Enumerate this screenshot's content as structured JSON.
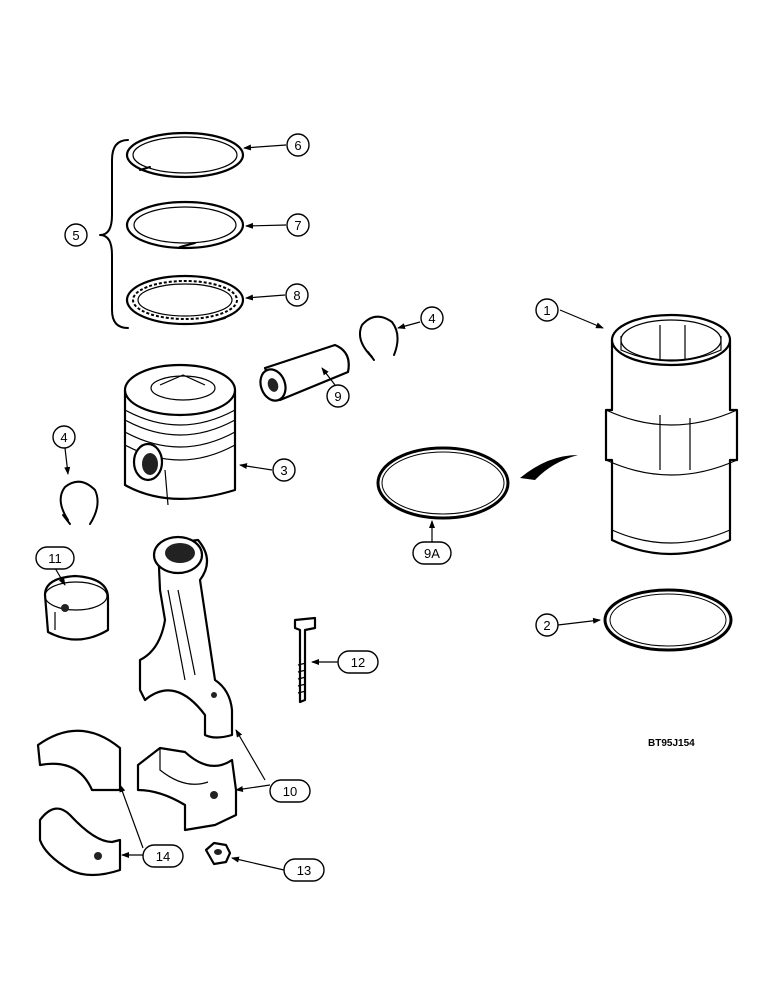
{
  "figure_code": "BT95J154",
  "callouts": {
    "c1": "1",
    "c2": "2",
    "c3": "3",
    "c4a": "4",
    "c4b": "4",
    "c5": "5",
    "c6": "6",
    "c7": "7",
    "c8": "8",
    "c9": "9",
    "c9a": "9A",
    "c10": "10",
    "c11": "11",
    "c12": "12",
    "c13": "13",
    "c14": "14"
  }
}
